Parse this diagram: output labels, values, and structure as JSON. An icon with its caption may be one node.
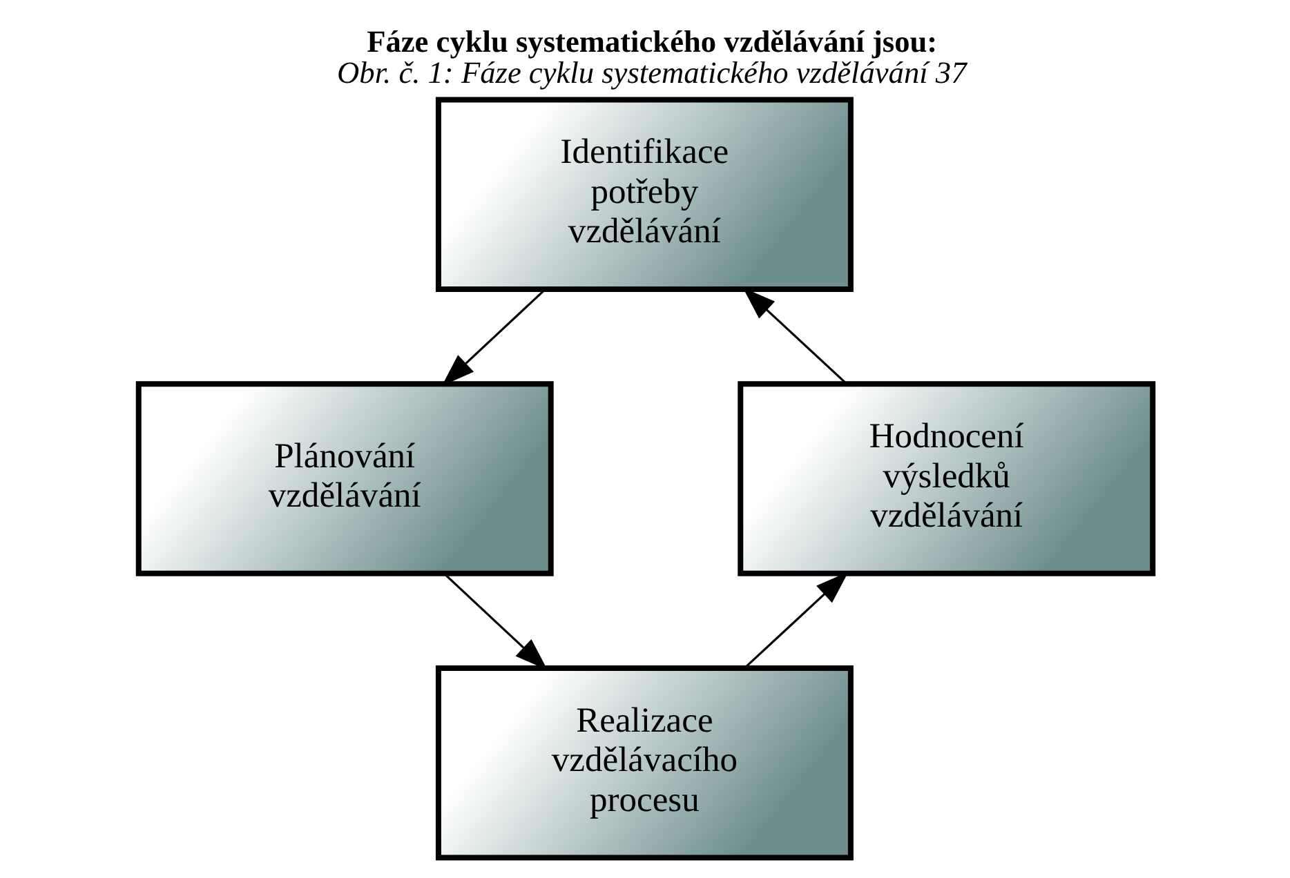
{
  "diagram": {
    "title": "Fáze cyklu systematického vzdělávání jsou:",
    "caption": "Obr. č. 1: Fáze cyklu systematického vzdělávání 37",
    "nodes": [
      {
        "text": [
          "Identifikace potřeby vzdělávání"
        ]
      },
      {
        "text": [
          "Plánování vzdělávání"
        ]
      },
      {
        "text": [
          "Realizace vzdělávacího procesu"
        ]
      },
      {
        "text": [
          "Hodnocení výsledků vzdělávání"
        ]
      }
    ],
    "edges": [
      {
        "from": 0,
        "to": 1,
        "arrow": "to"
      },
      {
        "from": 1,
        "to": 2,
        "arrow": "to"
      },
      {
        "from": 2,
        "to": 3,
        "arrow": "to"
      },
      {
        "from": 3,
        "to": 0,
        "arrow": "to"
      }
    ]
  }
}
